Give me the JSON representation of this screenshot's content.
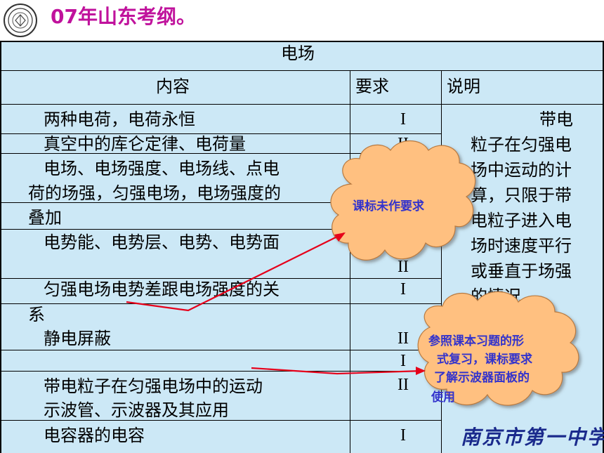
{
  "header": {
    "title": "07年山东考纲。",
    "title_color": "#c0129c"
  },
  "logo": {
    "icon": "school-seal-icon"
  },
  "table": {
    "section_title": "电场",
    "columns": [
      "内容",
      "要求",
      "说明"
    ],
    "content_lines": [
      "两种电荷，电荷永恒",
      "真空中的库仑定律、电荷量",
      "电场、电场强度、电场线、点电",
      "荷的场强，匀强电场，电场强度的",
      "叠加",
      "电势能、电势层、电势、电势面",
      "匀强电场电势差跟电场强度的关",
      "系",
      "静电屏蔽",
      "带电粒子在匀强电场中的运动",
      "示波管、示波器及其应用",
      "电容器的电容"
    ],
    "levels": [
      "I",
      "II",
      "II",
      "II",
      "I",
      "II",
      "I",
      "II",
      "I"
    ],
    "note_lines": [
      "带电",
      "粒子在匀强电",
      "场中运动的计",
      "算，只限于带",
      "电粒子进入电",
      "场时速度平行",
      "或垂直于场强",
      "的情况"
    ],
    "bg_color": "#cce8f6"
  },
  "callouts": [
    {
      "text": "课标未作要求",
      "text_color": "#3333cc",
      "fill": "#ffc080"
    },
    {
      "lines": [
        "参照课本习题的形",
        "式复习，课标要求",
        "了解示波器面板的",
        "使用"
      ],
      "text_color": "#3333cc",
      "fill": "#ffc080"
    }
  ],
  "footer": {
    "school": "南京市第一中学",
    "school_color": "#1a2a8c"
  },
  "arrow_color": "#e6001a"
}
